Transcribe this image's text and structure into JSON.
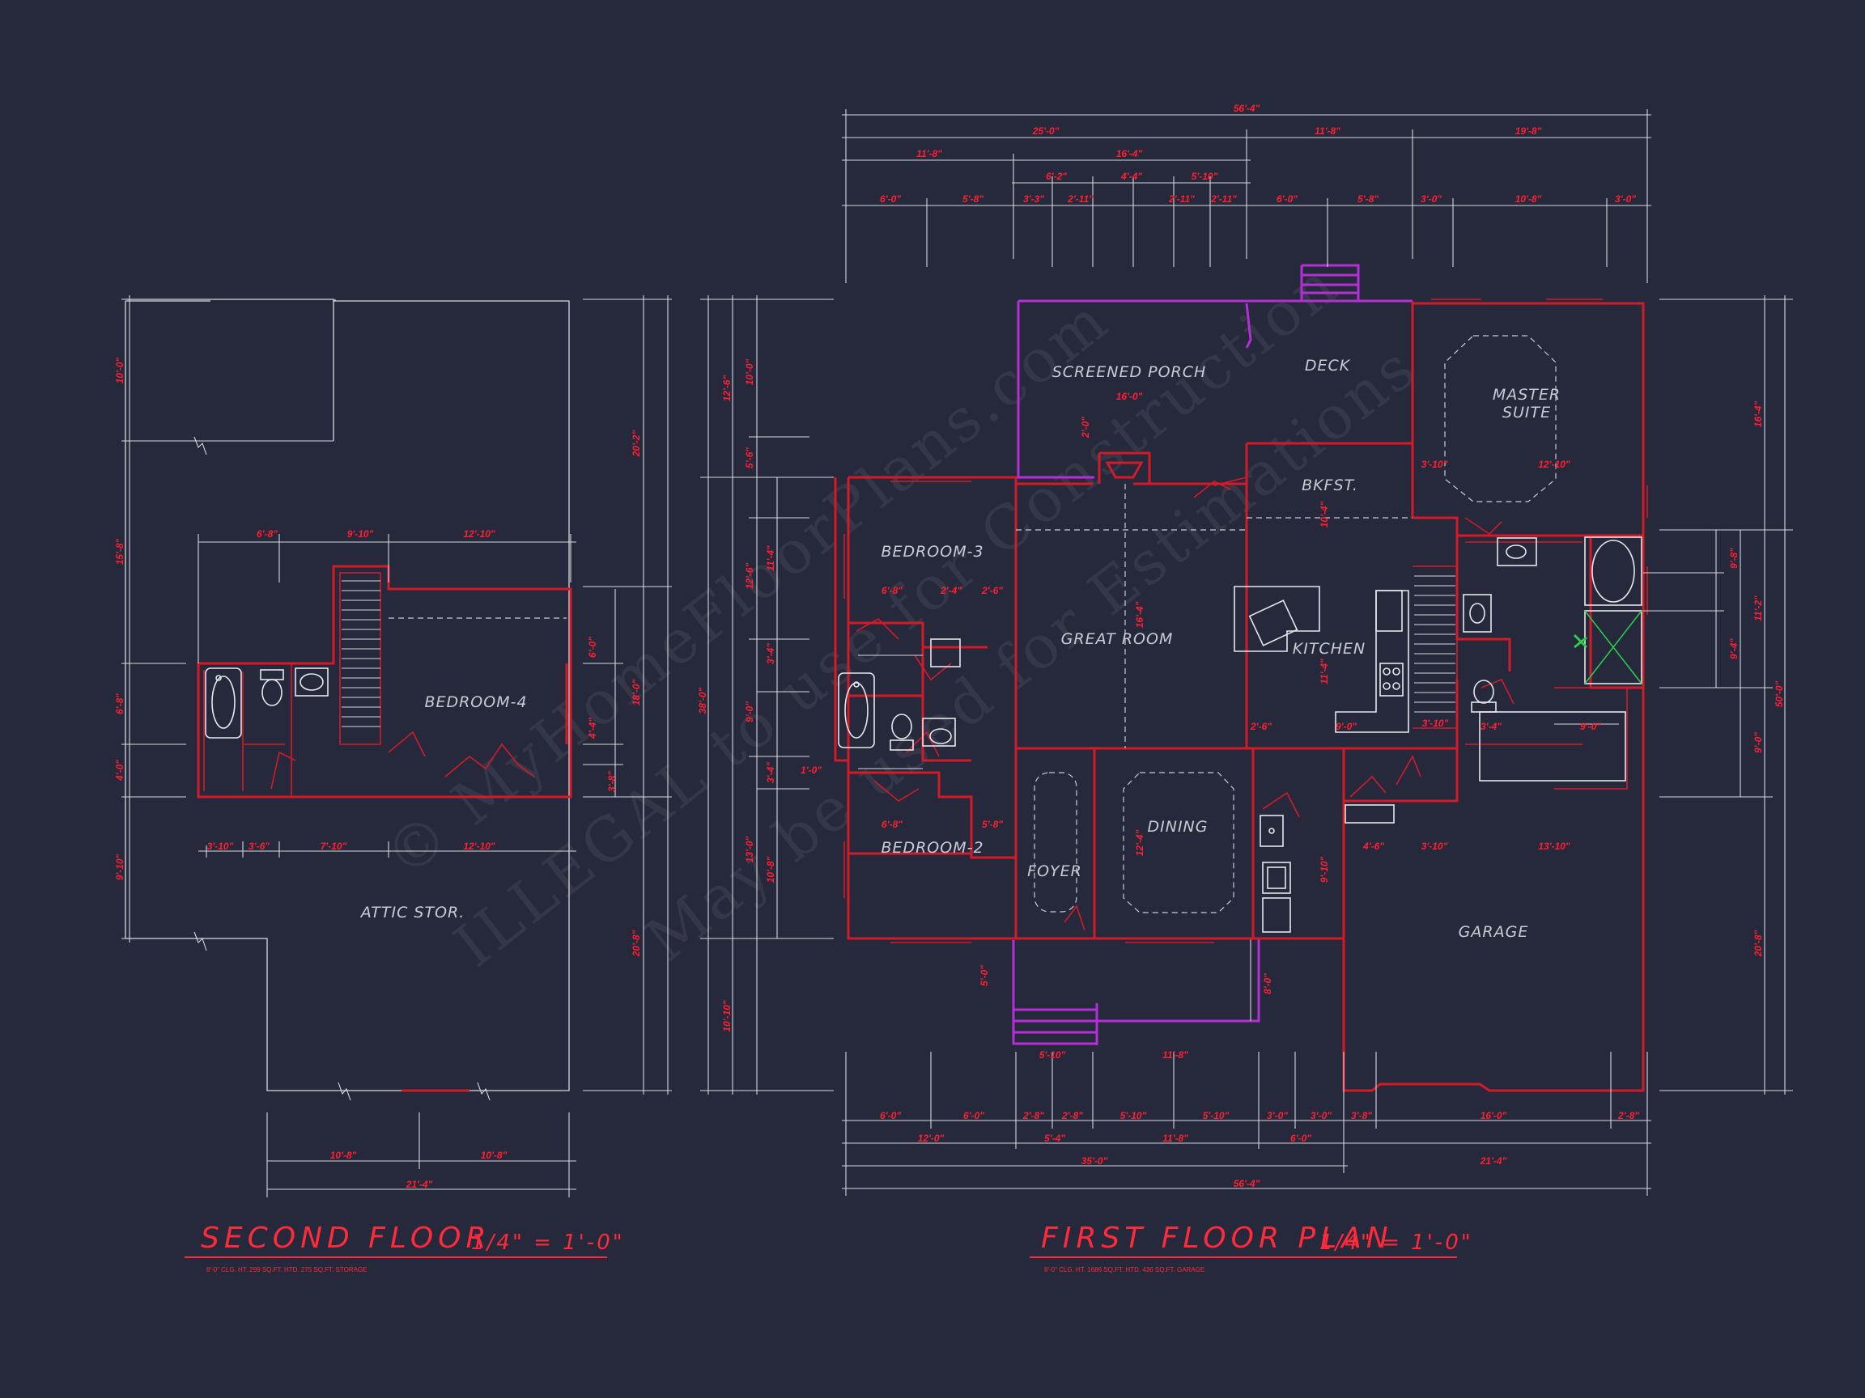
{
  "watermark": {
    "line1": "© MyHomeFloorPlans.com",
    "line2": "ILLEGAL to use for Construction",
    "line3": "May be used for Estimations"
  },
  "second_floor": {
    "title": "SECOND FLOOR",
    "scale": "1/4\" = 1'-0\"",
    "subtitle": "8'-0\" CLG. HT.     299 SQ.FT. HTD.     275 SQ.FT. STORAGE",
    "rooms": {
      "bedroom4": "BEDROOM-4",
      "attic": "ATTIC STOR."
    },
    "dims": {
      "top": [
        "6'-8\"",
        "9'-10\"",
        "12'-10\""
      ],
      "bottom_row": [
        "3'-10\"",
        "3'-6\"",
        "7'-10\"",
        "12'-10\""
      ],
      "bottom": [
        "10'-8\"",
        "10'-8\""
      ],
      "total_bottom": "21'-4\"",
      "left": [
        "10'-0\"",
        "15'-8\"",
        "6'-8\"",
        "4'-0\"",
        "9'-10\""
      ],
      "right_outer": [
        "20'-2\"",
        "18'-0\"",
        "20'-8\""
      ],
      "right_inner": [
        "6'-0\"",
        "4'-4\"",
        "3'-8\""
      ]
    }
  },
  "first_floor": {
    "title": "FIRST FLOOR PLAN",
    "scale": "1/4\" = 1'-0\"",
    "subtitle": "8'-0\" CLG. HT.     1686 SQ.FT. HTD.     436 SQ.FT. GARAGE",
    "rooms": {
      "porch": "SCREENED PORCH",
      "deck": "DECK",
      "master": "MASTER",
      "suite": "SUITE",
      "bkfst": "BKFST.",
      "bedroom3": "BEDROOM-3",
      "great": "GREAT ROOM",
      "kitchen": "KITCHEN",
      "bedroom2": "BEDROOM-2",
      "foyer": "FOYER",
      "dining": "DINING",
      "garage": "GARAGE"
    },
    "dims": {
      "top1": "56'-4\"",
      "top2": [
        "25'-0\"",
        "11'-8\"",
        "19'-8\""
      ],
      "top3": [
        "11'-8\"",
        "16'-4\""
      ],
      "top4": [
        "6'-2\"",
        "4'-4\"",
        "5'-10\""
      ],
      "top5": [
        "6'-0\"",
        "5'-8\"",
        "3'-3\"",
        "2'-11\"",
        "2'-11\"",
        "2'-11\"",
        "6'-0\"",
        "5'-8\"",
        "3'-0\"",
        "10'-8\"",
        "3'-0\""
      ],
      "bot1": [
        "6'-0\"",
        "6'-0\"",
        "2'-8\"",
        "2'-8\"",
        "5'-10\"",
        "5'-10\"",
        "3'-0\"",
        "3'-0\"",
        "3'-8\"",
        "16'-0\"",
        "2'-8\""
      ],
      "bot2": [
        "12'-0\"",
        "5'-4\"",
        "11'-8\"",
        "6'-0\"",
        "21'-4\""
      ],
      "bot3": "35'-0\"",
      "bot4": "56'-4\"",
      "interior": [
        "16'-0\"",
        "3'-10\"",
        "12'-10\"",
        "6'-8\"",
        "2'-4\"",
        "2'-6\"",
        "6'-8\"",
        "5'-8\"",
        "4'-6\"",
        "3'-10\"",
        "13'-10\"",
        "5'-10\"",
        "11'-8\"",
        "2'-6\"",
        "9'-0\"",
        "3'-10\"",
        "3'-4\"",
        "9'-0\"",
        "1'-0\""
      ],
      "left": [
        "12'-6\"",
        "10'-0\"",
        "5'-6\"",
        "12'-6\"",
        "11'-4\"",
        "3'-4\"",
        "9'-0\"",
        "3'-4\"",
        "10'-8\"",
        "13'-0\"",
        "10'-10\"",
        "38'-0\""
      ],
      "right": [
        "16'-4\"",
        "9'-8\"",
        "11'-2\"",
        "9'-4\"",
        "9'-0\"",
        "20'-8\"",
        "50'-0\""
      ],
      "vert_inner": [
        "2'-0\"",
        "16'-4\"",
        "10'-4\"",
        "11'-4\"",
        "12'-4\"",
        "9'-10\"",
        "5'-0\"",
        "8'-0\""
      ]
    }
  }
}
